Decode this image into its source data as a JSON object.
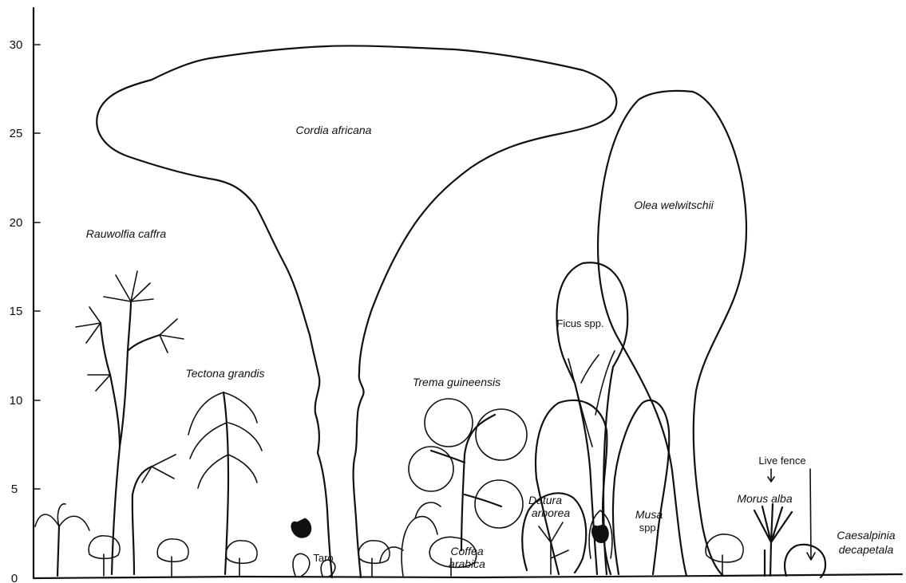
{
  "axis": {
    "ticks": [
      "0",
      "5",
      "10",
      "15",
      "20",
      "25",
      "30"
    ]
  },
  "labels": {
    "cordia": "Cordia africana",
    "olea": "Olea welwitschii",
    "rauwolfia": "Rauwolfia caffra",
    "ficus": "Ficus spp.",
    "tectona": "Tectona grandis",
    "trema": "Trema guineensis",
    "datura_1": "Datura",
    "datura_2": "arborea",
    "musa_1": "Musa",
    "musa_2": "spp.",
    "live_fence": "Live fence",
    "morus": "Morus alba",
    "caesalpinia_1": "Caesalpinia",
    "caesalpinia_2": "decapetala",
    "taro": "Taro",
    "coffea_1": "Coffea",
    "coffea_2": "arabica"
  },
  "colors": {
    "ink": "#111111",
    "background": "#ffffff"
  }
}
